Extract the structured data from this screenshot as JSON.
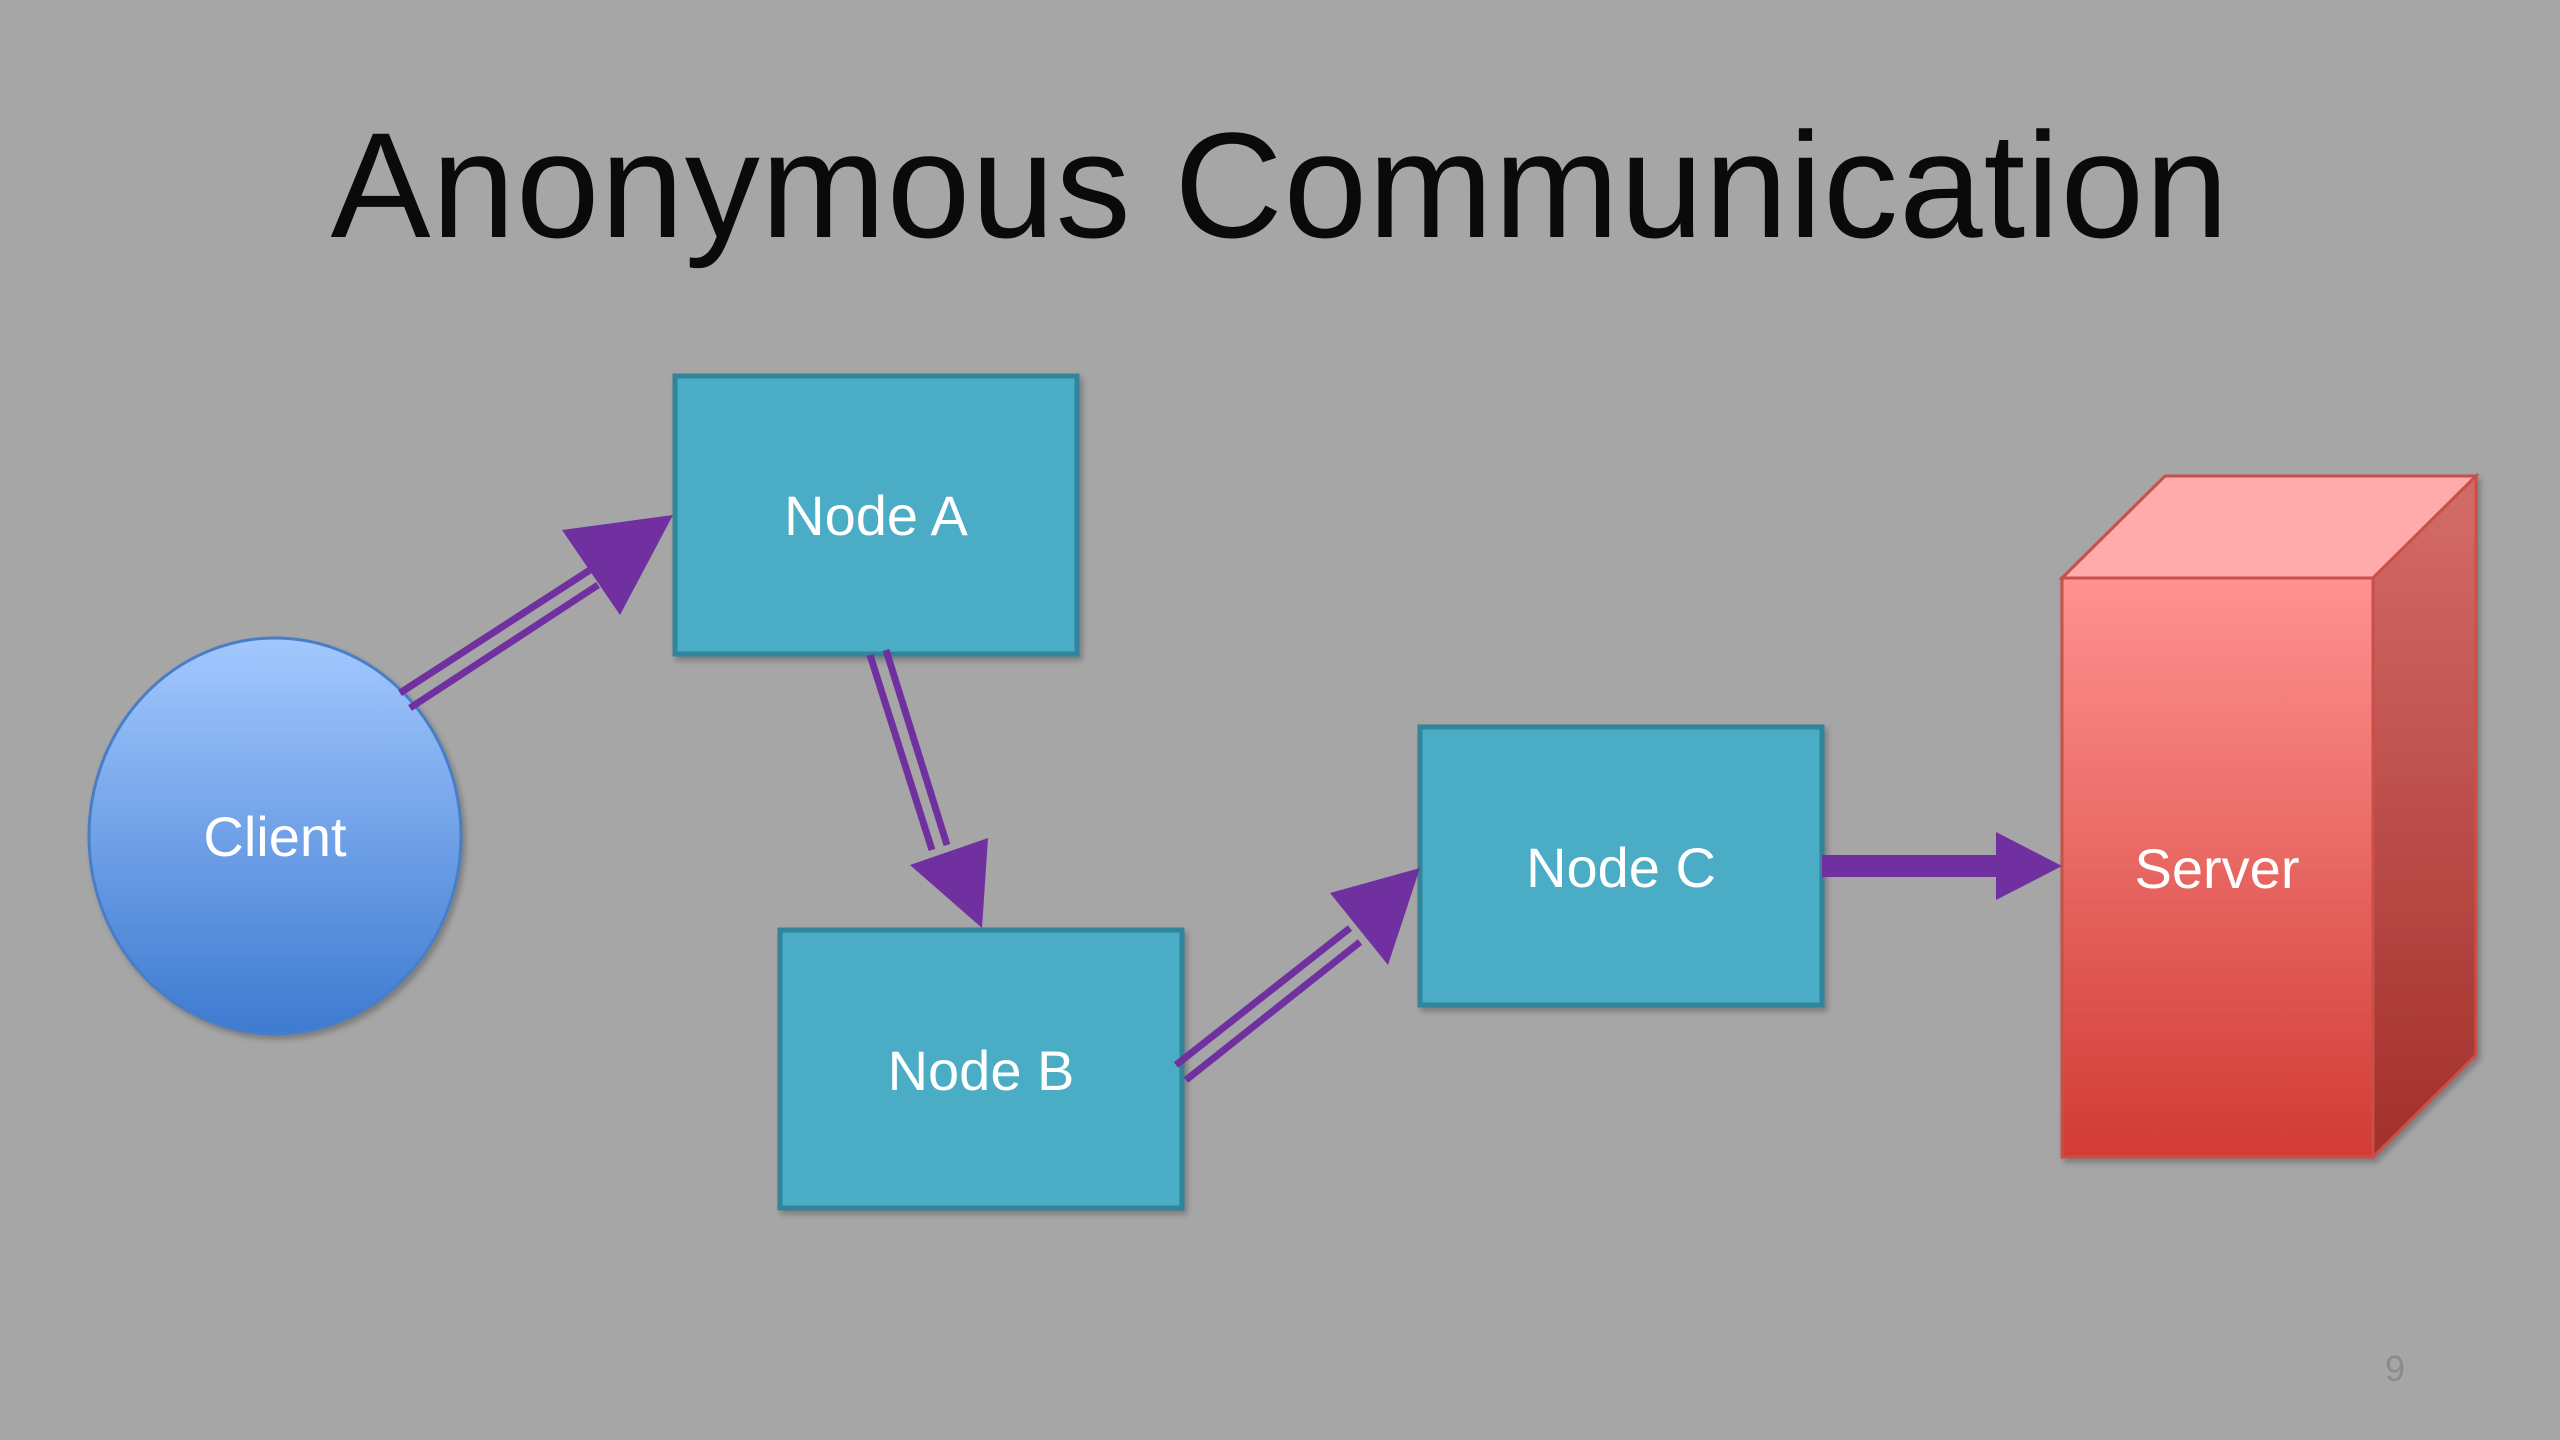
{
  "slide": {
    "title": "Anonymous Communication",
    "page_number": "9"
  },
  "diagram": {
    "nodes": {
      "client": "Client",
      "node_a": "Node A",
      "node_b": "Node B",
      "node_c": "Node C",
      "server": "Server"
    },
    "edges": [
      {
        "from": "client",
        "to": "node_a"
      },
      {
        "from": "node_a",
        "to": "node_b"
      },
      {
        "from": "node_b",
        "to": "node_c"
      },
      {
        "from": "node_c",
        "to": "server"
      }
    ]
  },
  "colors": {
    "background": "#a6a6a6",
    "node_fill": "#4bacc6",
    "node_border": "#31849b",
    "client_top": "#9dc3ff",
    "client_bottom": "#3f7fd4",
    "server_top": "#ff8f8f",
    "server_bottom": "#d03a33",
    "arrow": "#7030a0",
    "title_text": "#0a0a0a",
    "label_text": "#ffffff"
  }
}
